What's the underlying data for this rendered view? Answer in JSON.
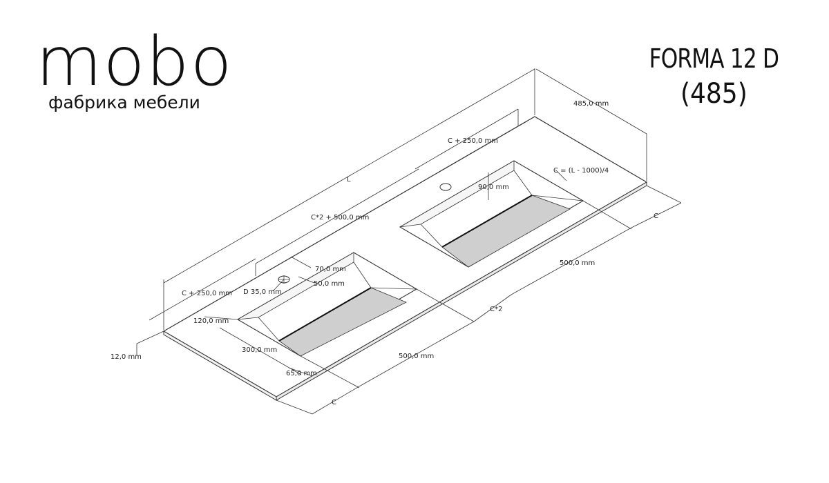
{
  "brand": {
    "logo": "mobo",
    "tagline": "фабрика мебели"
  },
  "model": {
    "name": "FORMA 12 D",
    "sub": "(485)"
  },
  "dimensions": {
    "depth": "485,0 mm",
    "length": "L",
    "c_plus_250_top": "C + 250,0 mm",
    "c_formula": "C = (L - 1000)/4",
    "depth_90": "90,0 mm",
    "c_right": "C",
    "c2_plus_500": "C*2 + 500,0 mm",
    "width_500_right": "500,0 mm",
    "hole_70": "70,0 mm",
    "hole_50": "50,0 mm",
    "c_plus_250_left": "C + 250,0 mm",
    "hole_d": "D 35,0 mm",
    "depth_120": "120,0 mm",
    "c2": "C*2",
    "thickness": "12,0 mm",
    "width_300": "300,0 mm",
    "width_500_front": "500,0 mm",
    "depth_65": "65,0 mm",
    "c_front": "C"
  },
  "colors": {
    "line": "#333333",
    "surface": "#ffffff",
    "basin_floor": "#cfcfcf",
    "drain_slot": "#222222"
  }
}
